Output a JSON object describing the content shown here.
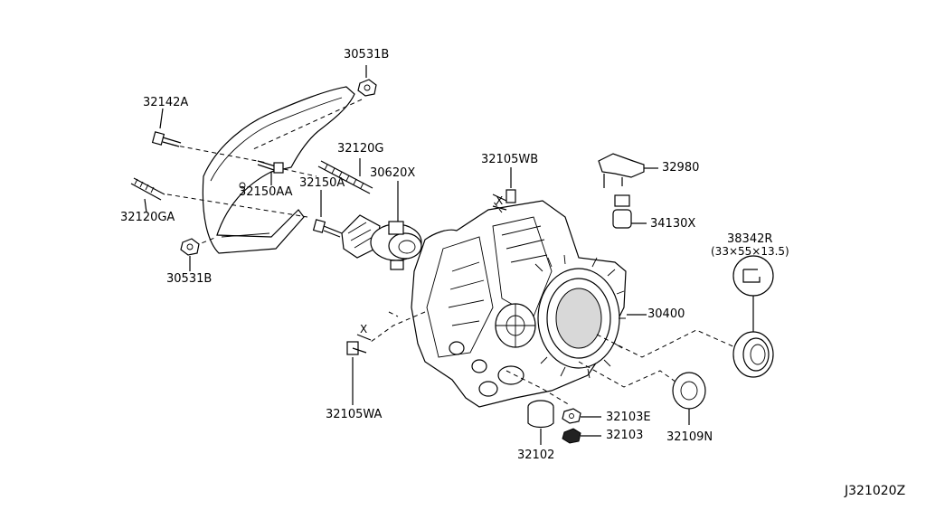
{
  "diagram": {
    "code": "J321020Z",
    "parts": {
      "p30531B_top": "30531B",
      "p32142A": "32142A",
      "p32120G": "32120G",
      "p32150AA": "32150AA",
      "p32150A": "32150A",
      "p30620X": "30620X",
      "p32120GA": "32120GA",
      "p30531B_bottom": "30531B",
      "p32105WB": "32105WB",
      "p32980": "32980",
      "p34130X": "34130X",
      "p38342R": "38342R",
      "p38342R_size": "(33×55×13.5)",
      "p30400": "30400",
      "p32105WA": "32105WA",
      "p32103E": "32103E",
      "p32103": "32103",
      "p32102": "32102",
      "p32109N": "32109N"
    },
    "markers": {
      "x_left": "X",
      "x_right": "X"
    }
  }
}
